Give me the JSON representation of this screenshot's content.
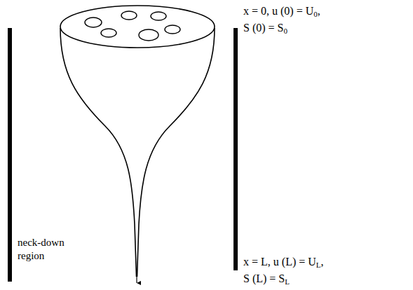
{
  "diagram": {
    "labels": [
      "neck-down region",
      "x = 0, u (0) = U",
      "0",
      ",",
      "S (0) = S",
      "0",
      "x = L, u (L) = U",
      "L",
      ",",
      "S (L) = S",
      "L"
    ]
  }
}
